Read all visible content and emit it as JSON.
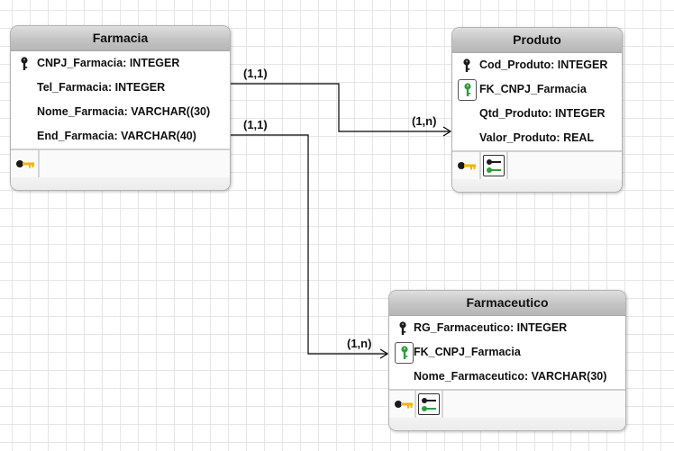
{
  "entities": {
    "farmacia": {
      "title": "Farmacia",
      "attributes": [
        {
          "name": "CNPJ_Farmacia: INTEGER",
          "key": "primary"
        },
        {
          "name": "Tel_Farmacia: INTEGER",
          "key": "none"
        },
        {
          "name": "Nome_Farmacia: VARCHAR((30)",
          "key": "none"
        },
        {
          "name": "End_Farmacia: VARCHAR(40)",
          "key": "none"
        }
      ],
      "key_icons": [
        "primary-key-index-icon"
      ]
    },
    "produto": {
      "title": "Produto",
      "attributes": [
        {
          "name": "Cod_Produto: INTEGER",
          "key": "primary"
        },
        {
          "name": "FK_CNPJ_Farmacia",
          "key": "foreign"
        },
        {
          "name": "Qtd_Produto: INTEGER",
          "key": "none"
        },
        {
          "name": "Valor_Produto: REAL",
          "key": "none"
        }
      ],
      "key_icons": [
        "primary-key-index-icon",
        "foreign-key-index-icon"
      ]
    },
    "farmaceutico": {
      "title": "Farmaceutico",
      "attributes": [
        {
          "name": "RG_Farmaceutico: INTEGER",
          "key": "primary"
        },
        {
          "name": "FK_CNPJ_Farmacia",
          "key": "foreign"
        },
        {
          "name": "Nome_Farmaceutico: VARCHAR(30)",
          "key": "none"
        }
      ],
      "key_icons": [
        "primary-key-index-icon",
        "foreign-key-index-icon"
      ]
    }
  },
  "relationships": [
    {
      "from": "Farmacia",
      "to": "Produto",
      "from_cardinality": "(1,1)",
      "to_cardinality": "(1,n)"
    },
    {
      "from": "Farmacia",
      "to": "Farmaceutico",
      "from_cardinality": "(1,1)",
      "to_cardinality": "(1,n)"
    }
  ],
  "colors": {
    "grid": "#e6e6e6",
    "primary_key": "#1a1a1a",
    "foreign_key": "#2e9e3a",
    "index_key": "#f2b400",
    "connector": "#000000"
  }
}
